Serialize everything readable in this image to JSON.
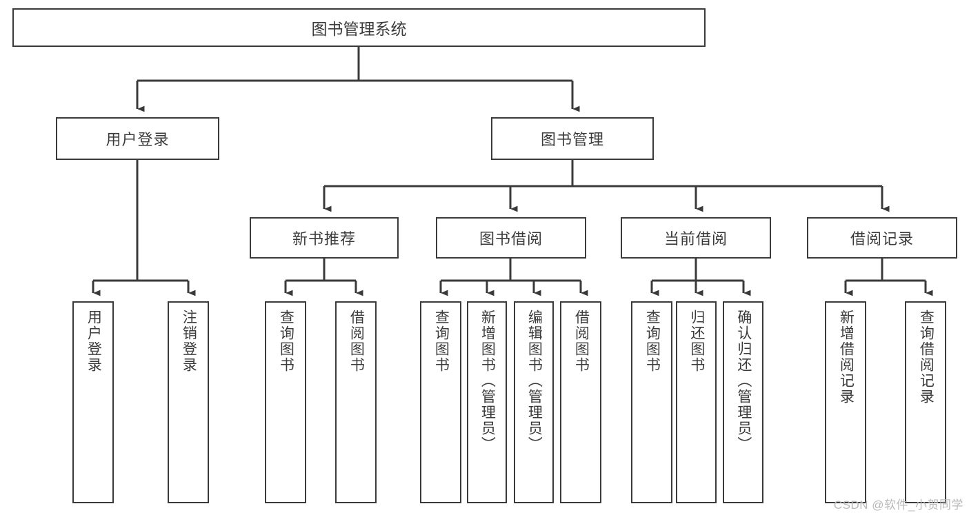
{
  "diagram": {
    "type": "tree-hierarchy",
    "title": "图书管理系统",
    "watermark": "CSDN @软件_小贺同学",
    "colors": {
      "stroke": "#3a3a3a",
      "text": "#3b3b3b",
      "background": "#ffffff",
      "watermark": "#b9b9b9"
    },
    "nodes": {
      "root": {
        "label": "图书管理系统"
      },
      "level1": [
        {
          "id": "user-login",
          "label": "用户登录"
        },
        {
          "id": "book-manage",
          "label": "图书管理"
        }
      ],
      "level2": [
        {
          "id": "new-book-rec",
          "label": "新书推荐"
        },
        {
          "id": "book-borrow",
          "label": "图书借阅"
        },
        {
          "id": "current-borrow",
          "label": "当前借阅"
        },
        {
          "id": "borrow-record",
          "label": "借阅记录"
        }
      ],
      "leaves": [
        {
          "id": "leaf-user-login",
          "label": "用户登录",
          "parent": "user-login"
        },
        {
          "id": "leaf-user-logout",
          "label": "注销登录",
          "parent": "user-login"
        },
        {
          "id": "leaf-query-book-1",
          "label": "查询图书",
          "parent": "new-book-rec"
        },
        {
          "id": "leaf-borrow-book-1",
          "label": "借阅图书",
          "parent": "new-book-rec"
        },
        {
          "id": "leaf-query-book-2",
          "label": "查询图书",
          "parent": "book-borrow"
        },
        {
          "id": "leaf-add-book",
          "label": "新增图书（管理员）",
          "parent": "book-borrow"
        },
        {
          "id": "leaf-edit-book",
          "label": "编辑图书（管理员）",
          "parent": "book-borrow"
        },
        {
          "id": "leaf-borrow-book-2",
          "label": "借阅图书",
          "parent": "book-borrow"
        },
        {
          "id": "leaf-query-book-3",
          "label": "查询图书",
          "parent": "current-borrow"
        },
        {
          "id": "leaf-return-book",
          "label": "归还图书",
          "parent": "current-borrow"
        },
        {
          "id": "leaf-confirm-return",
          "label": "确认归还（管理员）",
          "parent": "current-borrow"
        },
        {
          "id": "leaf-add-record",
          "label": "新增借阅记录",
          "parent": "borrow-record"
        },
        {
          "id": "leaf-query-record",
          "label": "查询借阅记录",
          "parent": "borrow-record"
        }
      ]
    }
  }
}
